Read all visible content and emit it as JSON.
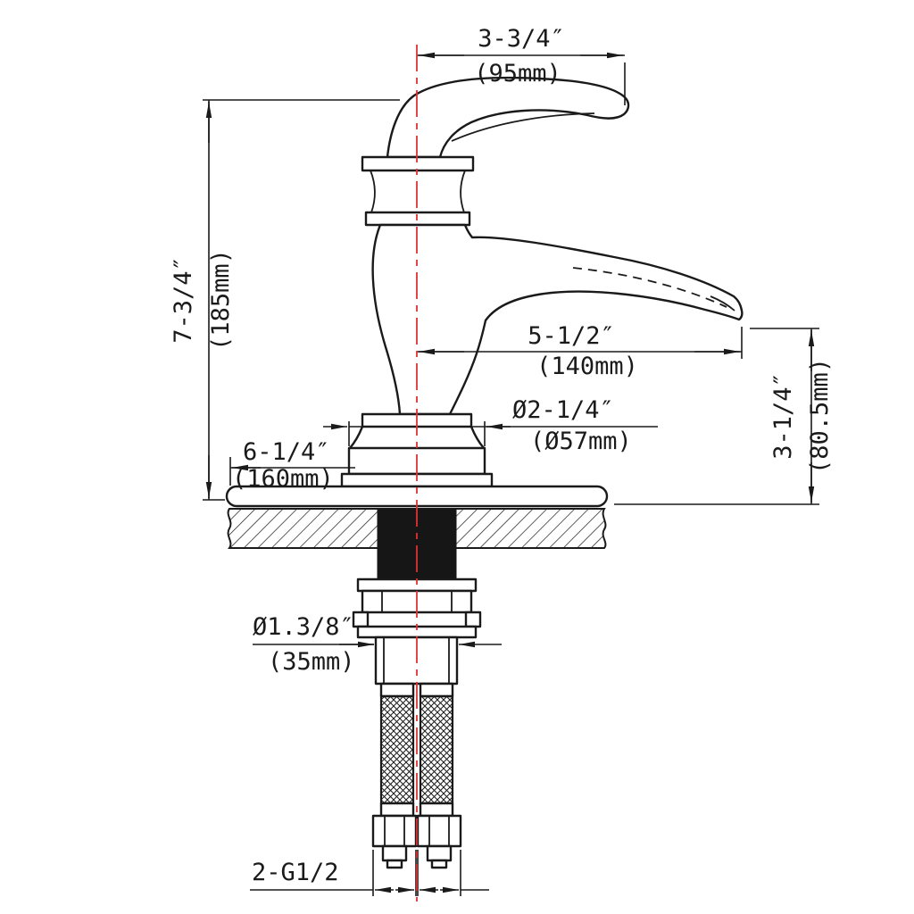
{
  "drawing": {
    "type": "technical-dimension-drawing",
    "subject": "single-handle waterfall bathroom faucet, front elevation with mounting hardware and supply hoses",
    "colors": {
      "line": "#1a1a1a",
      "centerline": "#e03131",
      "background": "#ffffff"
    },
    "dims": {
      "handle": {
        "in": "3-3/4″",
        "mm": "(95mm)"
      },
      "height": {
        "in": "7-3/4″",
        "mm": "(185mm)"
      },
      "reach": {
        "in": "5-1/2″",
        "mm": "(140mm)"
      },
      "spout_h": {
        "in": "3-1/4″",
        "mm": "(80.5mm)"
      },
      "base_d": {
        "in": "Ø2-1/4″",
        "mm": "(Ø57mm)"
      },
      "plate": {
        "in": "6-1/4″",
        "mm": "(160mm)"
      },
      "hole_d": {
        "in": "Ø1.3/8″",
        "mm": "(35mm)"
      },
      "hose": {
        "label": "2-G1/2"
      }
    }
  }
}
